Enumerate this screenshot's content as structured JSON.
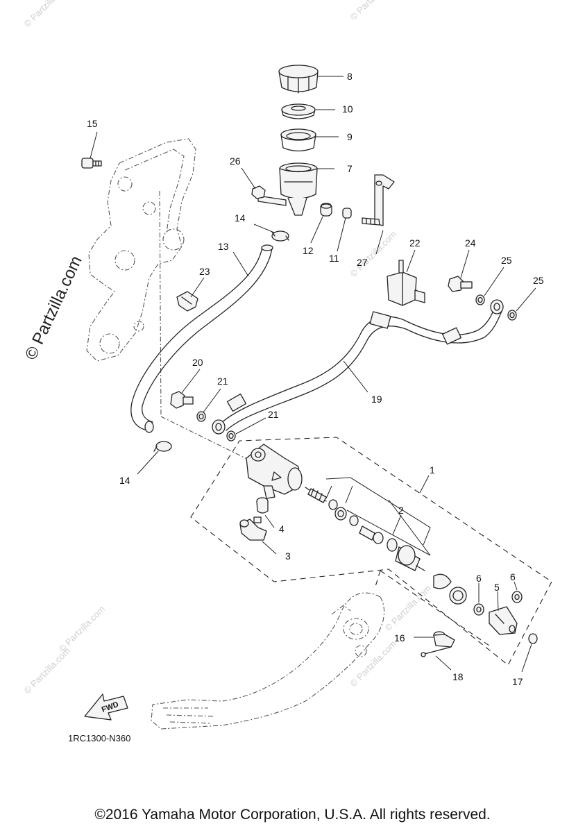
{
  "diagram": {
    "diagram_code": "1RC1300-N360",
    "fwd_label": "FWD",
    "watermark_main": "© Partzilla.com",
    "watermark_faint": "© Partzilla.com",
    "callouts": [
      {
        "id": "1",
        "label": "1"
      },
      {
        "id": "2",
        "label": "2"
      },
      {
        "id": "3",
        "label": "3"
      },
      {
        "id": "4",
        "label": "4"
      },
      {
        "id": "5",
        "label": "5"
      },
      {
        "id": "6a",
        "label": "6"
      },
      {
        "id": "6b",
        "label": "6"
      },
      {
        "id": "7",
        "label": "7"
      },
      {
        "id": "8",
        "label": "8"
      },
      {
        "id": "9",
        "label": "9"
      },
      {
        "id": "10",
        "label": "10"
      },
      {
        "id": "11",
        "label": "11"
      },
      {
        "id": "12",
        "label": "12"
      },
      {
        "id": "13",
        "label": "13"
      },
      {
        "id": "14a",
        "label": "14"
      },
      {
        "id": "14b",
        "label": "14"
      },
      {
        "id": "15",
        "label": "15"
      },
      {
        "id": "16",
        "label": "16"
      },
      {
        "id": "17",
        "label": "17"
      },
      {
        "id": "18",
        "label": "18"
      },
      {
        "id": "19",
        "label": "19"
      },
      {
        "id": "20",
        "label": "20"
      },
      {
        "id": "21a",
        "label": "21"
      },
      {
        "id": "21b",
        "label": "21"
      },
      {
        "id": "22",
        "label": "22"
      },
      {
        "id": "23",
        "label": "23"
      },
      {
        "id": "24",
        "label": "24"
      },
      {
        "id": "25a",
        "label": "25"
      },
      {
        "id": "25b",
        "label": "25"
      },
      {
        "id": "26",
        "label": "26"
      },
      {
        "id": "27",
        "label": "27"
      }
    ]
  },
  "footer": {
    "copyright": "©2016 Yamaha Motor Corporation, U.S.A. All rights reserved."
  }
}
